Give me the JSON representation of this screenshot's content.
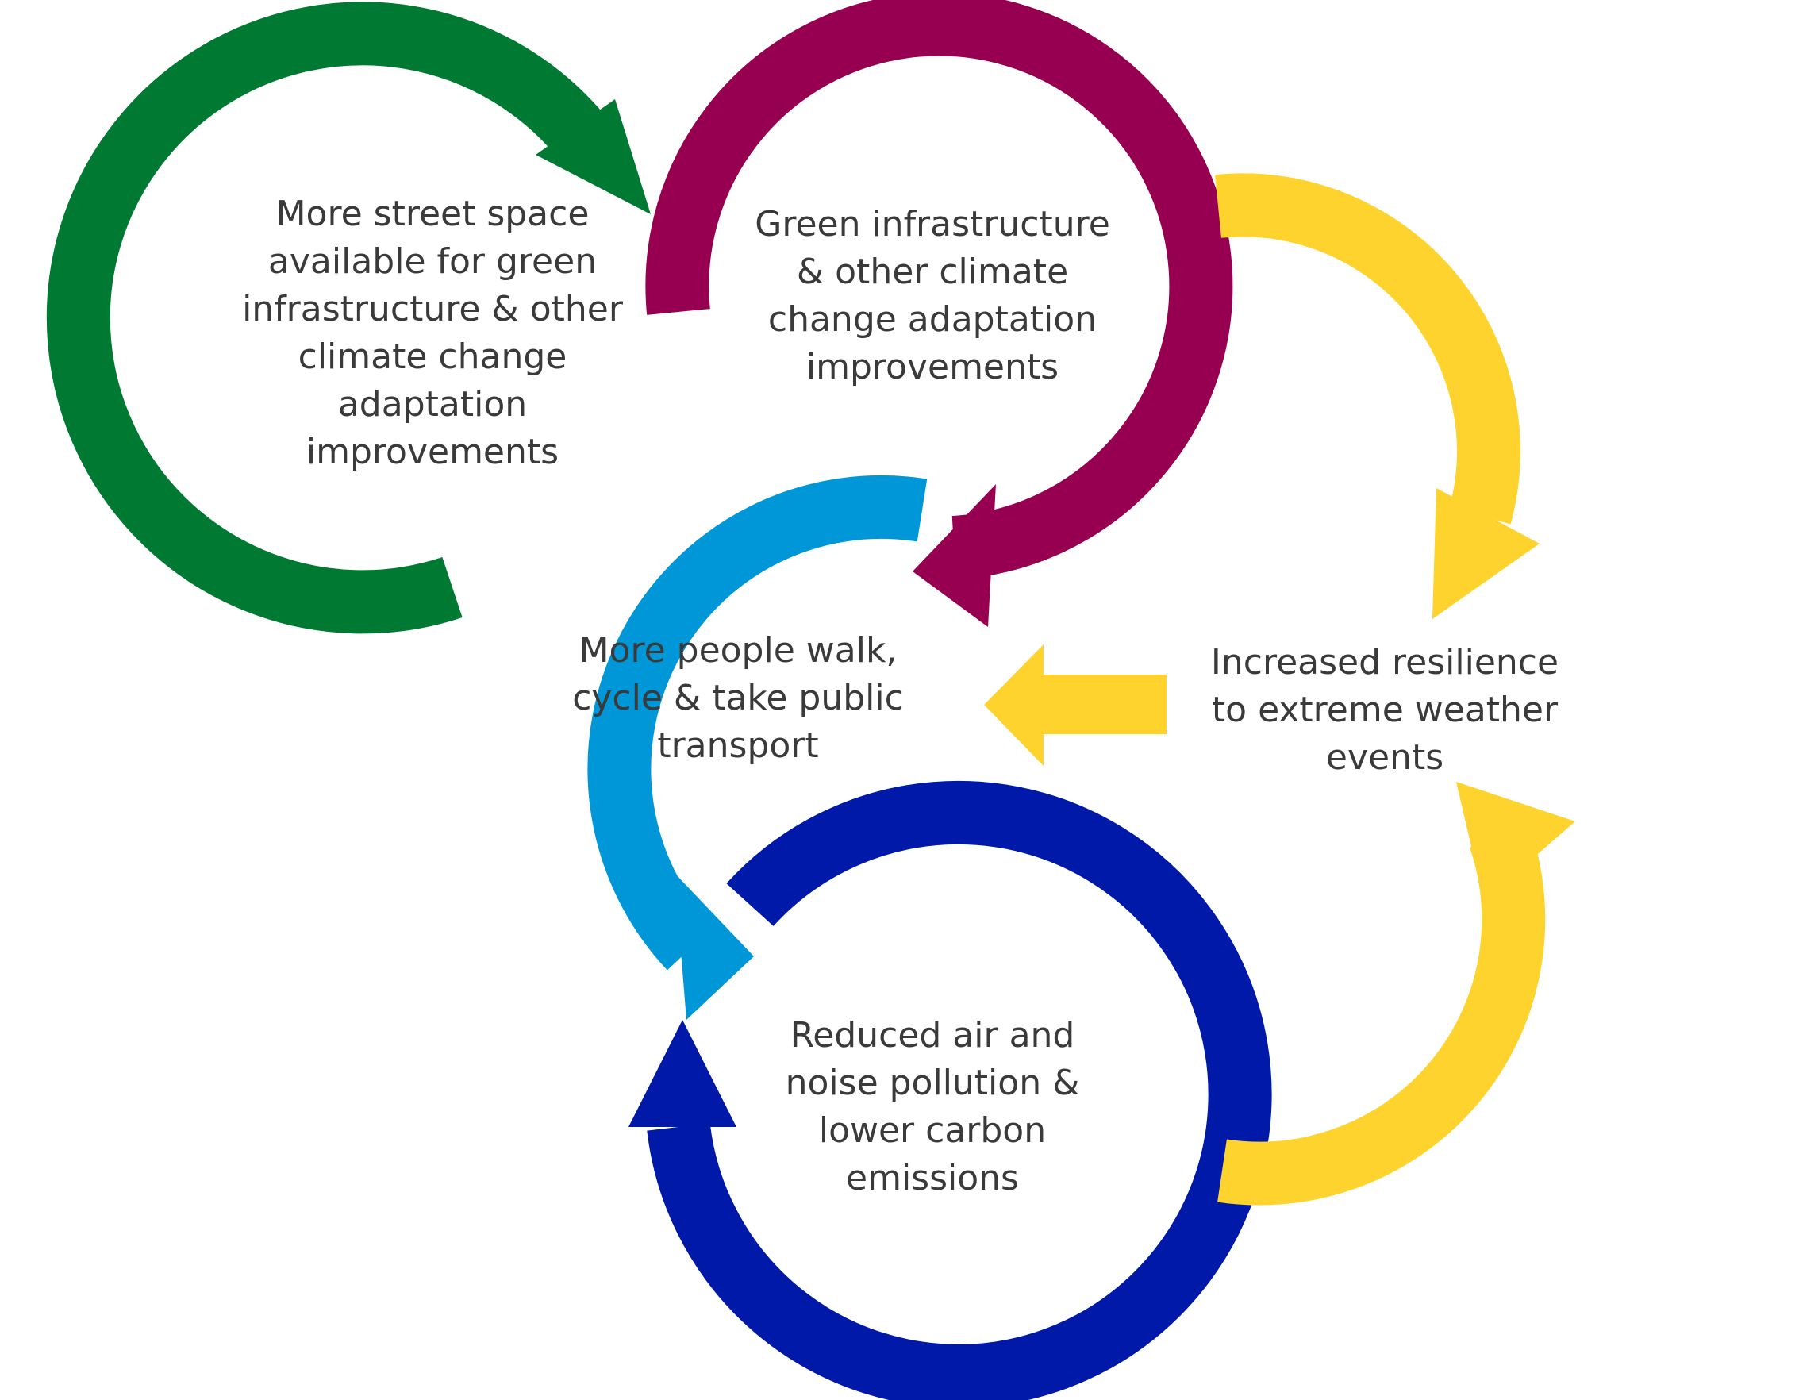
{
  "colors": {
    "green": "#007a33",
    "purple": "#970050",
    "light_blue": "#0097d8",
    "dark_blue": "#0019a8",
    "yellow": "#fed32d",
    "text": "#3a3a3a",
    "background": "#ffffff"
  },
  "nodes": {
    "street_space": "More street space\navailable for green\ninfrastructure & other\nclimate change\nadaptation\nimprovements",
    "green_infrastructure": "Green infrastructure\n& other climate\nchange adaptation\nimprovements",
    "walk_cycle": "More people walk,\ncycle & take public\ntransport",
    "resilience": "Increased resilience\nto extreme weather\nevents",
    "pollution": "Reduced air and\nnoise pollution &\nlower carbon\nemissions"
  }
}
